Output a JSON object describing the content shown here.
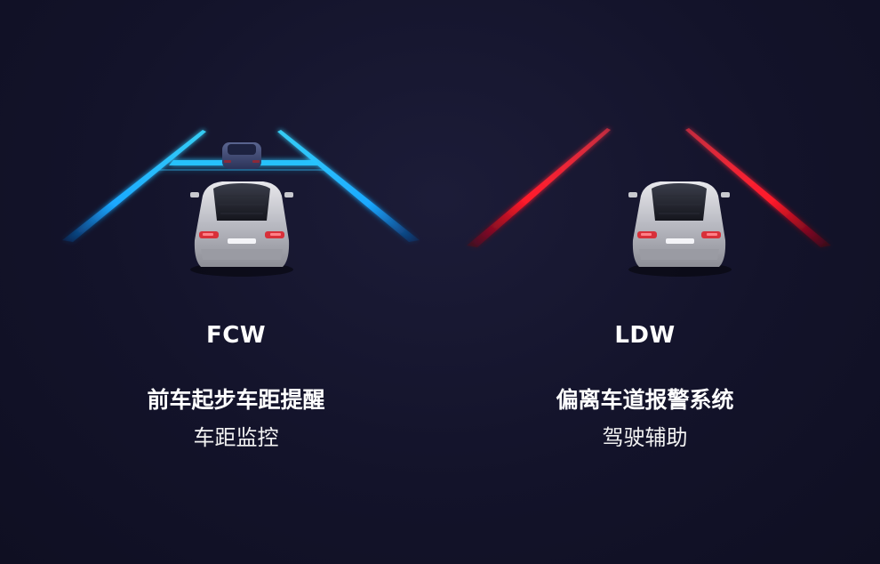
{
  "features": [
    {
      "code": "FCW",
      "title": "前车起步车距提醒",
      "subtitle": "车距监控",
      "lane_color": "#22c8ff",
      "lane_glow": "#0a7fd0",
      "icons": [
        "lead-car-icon",
        "ego-car-icon"
      ]
    },
    {
      "code": "LDW",
      "title": "偏离车道报警系统",
      "subtitle": "驾驶辅助",
      "lane_color": "#ff1e2e",
      "lane_glow": "#b0001a",
      "icons": [
        "ego-car-icon"
      ]
    }
  ]
}
